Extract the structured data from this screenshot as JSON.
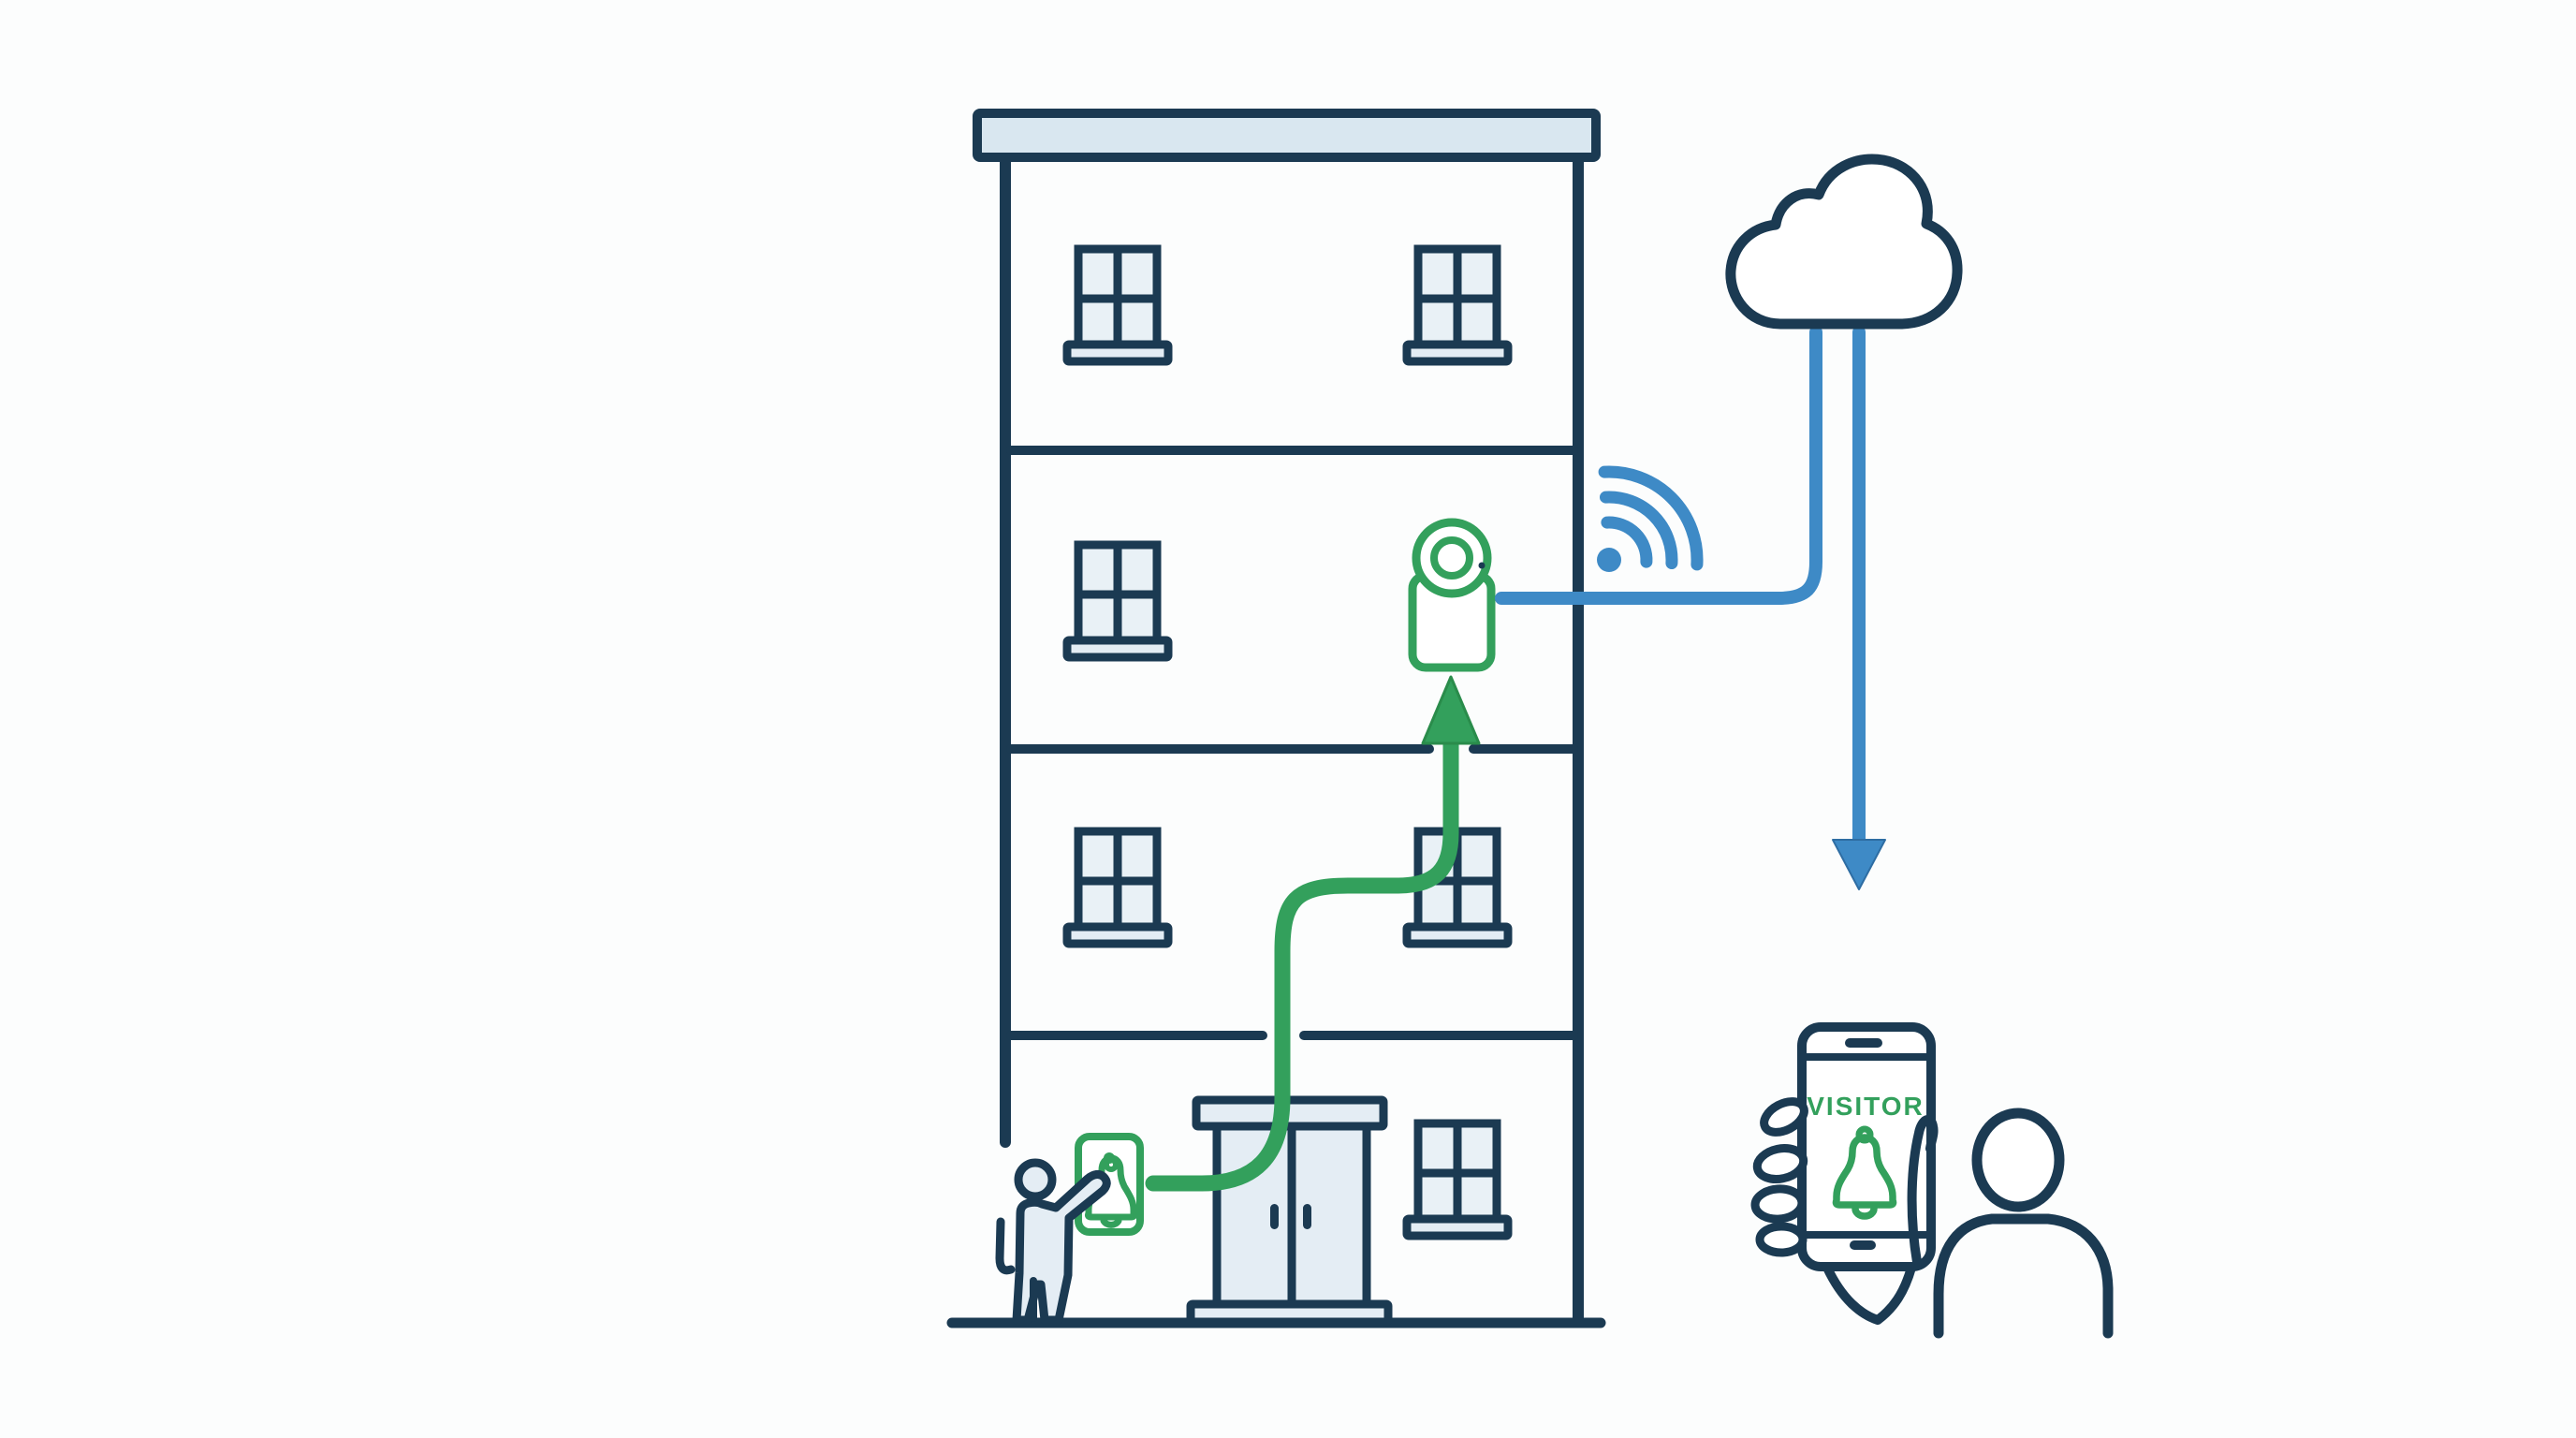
{
  "colors": {
    "navy": "#1b3a52",
    "blue": "#3e8ac6",
    "blue_dark": "#2e6da3",
    "green": "#33a05c",
    "green_dark": "#2a8c4b",
    "light": "#e4edf4",
    "roof": "#d9e7f0",
    "window": "#e9f1f6",
    "bg": "#fcfdfd"
  },
  "phone": {
    "screen_label": "VISITOR",
    "screen_icon": "bell-icon"
  },
  "diagram": {
    "building_floors": 4,
    "window_count": 6,
    "icons": {
      "building": "apartment-building",
      "door": "double-entry-door",
      "doorbell": "doorbell-panel-with-bell-icon",
      "visitor": "visitor-person-pressing-doorbell",
      "camera": "doorbell-camera-unit",
      "wifi": "wifi-signal-icon",
      "cloud": "cloud-icon",
      "wire_up": "green-signal-path-up-arrow",
      "cloud_down": "blue-download-arrow",
      "resident": "resident-person-holding-phone",
      "phone": "smartphone-with-notification"
    }
  }
}
